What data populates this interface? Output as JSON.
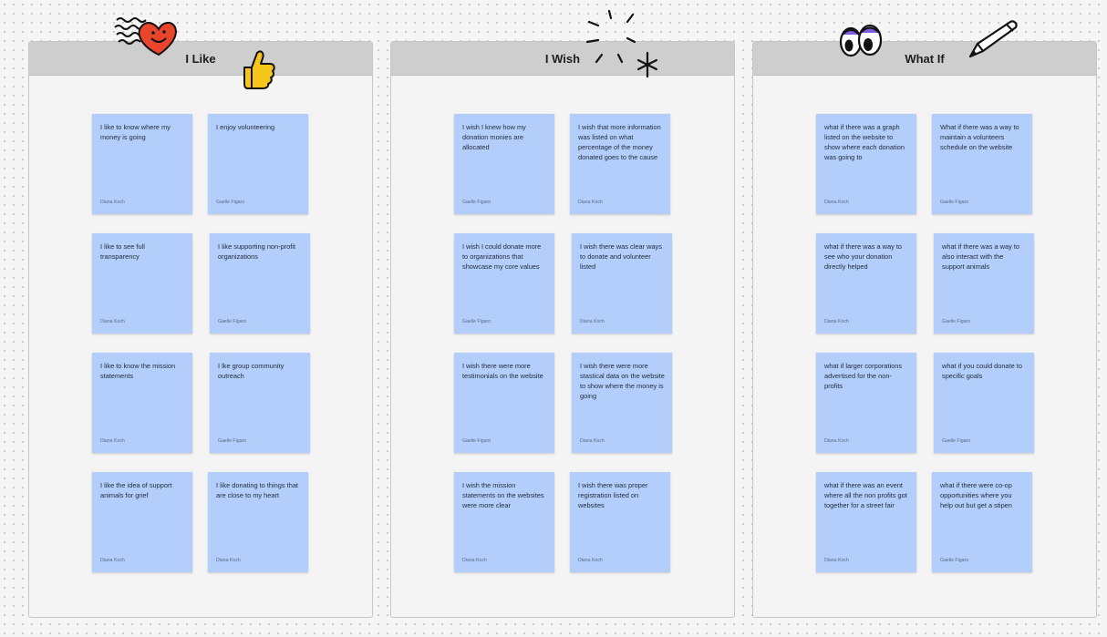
{
  "boards": [
    {
      "title": "I Like",
      "notes": [
        {
          "text": "I like to know where my money is going",
          "author": "Diana Koch"
        },
        {
          "text": "I enjoy volunteering",
          "author": "Gaelle Figaro"
        },
        {
          "text": "I like to see full transparency",
          "author": "Diana Koch"
        },
        {
          "text": "I like supporting non-profit organizations",
          "author": "Gaelle Figaro"
        },
        {
          "text": "I like to know the mission statements",
          "author": "Diana Koch"
        },
        {
          "text": "I lke group community outreach",
          "author": "Gaelle Figaro"
        },
        {
          "text": "I like the idea of support animals for grief",
          "author": "Diana Koch"
        },
        {
          "text": "I like donating to things that are close to my heart",
          "author": "Diana Koch"
        }
      ]
    },
    {
      "title": "I Wish",
      "notes": [
        {
          "text": "I wish I knew how my donation monies are allocated",
          "author": "Gaelle Figaro"
        },
        {
          "text": "I wish that more information was listed on what percentage of the money donated goes to the cause",
          "author": "Diana Koch"
        },
        {
          "text": "I wish I could donate more to organizations that showcase my core values",
          "author": "Gaelle Figaro"
        },
        {
          "text": "I wish there was clear ways to donate and volunteer listed",
          "author": "Diana Koch"
        },
        {
          "text": "I wish there were more testimonials on the website",
          "author": "Gaelle Figaro"
        },
        {
          "text": "I wish there were more stastical data on the website to show where the money is going",
          "author": "Diana Koch"
        },
        {
          "text": "I wish the mission statements on the websites were more clear",
          "author": "Diana Koch"
        },
        {
          "text": "I wish there was proper registration listed on websites",
          "author": "Diana Koch"
        }
      ]
    },
    {
      "title": "What If",
      "notes": [
        {
          "text": "what if there was a graph listed on the website to show where each donation was going to",
          "author": "Diana Koch"
        },
        {
          "text": "What if there was a way to maintain a volunteers schedule on the website",
          "author": "Gaelle Figaro"
        },
        {
          "text": "what if there was a way to see who your donation directly helped",
          "author": "Diana Koch"
        },
        {
          "text": "what if there was a way to also interact with the support animals",
          "author": "Gaelle Figaro"
        },
        {
          "text": "what if larger corporations advertised for the non-profits",
          "author": "Diana Koch"
        },
        {
          "text": "what if you could donate to specific goals",
          "author": "Gaelle Figaro"
        },
        {
          "text": "what if there was an event where all the non profits got together for a street fair",
          "author": "Diana Koch"
        },
        {
          "text": "what if there were co-op opportunities where you help out but get a stipen",
          "author": "Gaelle Figaro"
        }
      ]
    }
  ],
  "stickers": [
    {
      "name": "heart-stamp-icon",
      "color": "#e8452c"
    },
    {
      "name": "thumbs-up-icon",
      "color": "#f5c518"
    },
    {
      "name": "sparkle-burst-icon",
      "color": "#111111"
    },
    {
      "name": "googly-eyes-icon",
      "color": "#7c5ce0"
    },
    {
      "name": "pencil-icon",
      "color": "#111111"
    }
  ],
  "colors": {
    "note": "#b3cefb",
    "board_header": "#cfcece",
    "board": "#f4f4f4"
  }
}
